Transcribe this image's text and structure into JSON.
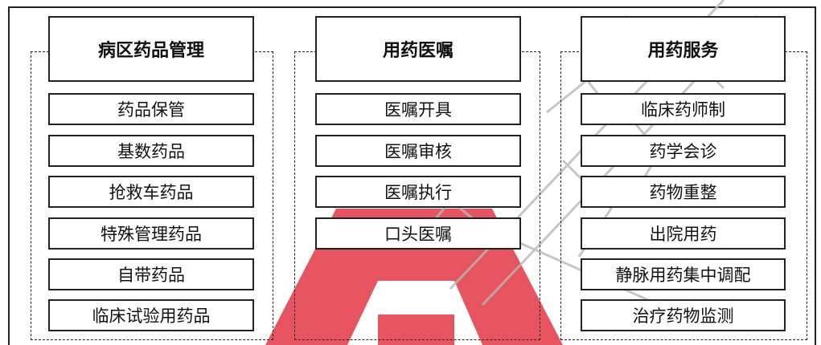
{
  "columns": [
    {
      "header": "病区药品管理",
      "items": [
        "药品保管",
        "基数药品",
        "抢救车药品",
        "特殊管理药品",
        "自带药品",
        "临床试验用药品"
      ]
    },
    {
      "header": "用药医嘱",
      "items": [
        "医嘱开具",
        "医嘱审核",
        "医嘱执行",
        "口头医嘱"
      ]
    },
    {
      "header": "用药服务",
      "items": [
        "临床药师制",
        "药学会诊",
        "药物重整",
        "出院用药",
        "静脉用药集中调配",
        "治疗药物监测"
      ]
    }
  ],
  "colors": {
    "watermark_red": "#e0303c",
    "watermark_grey": "#b8b8b8",
    "line": "#222222"
  }
}
